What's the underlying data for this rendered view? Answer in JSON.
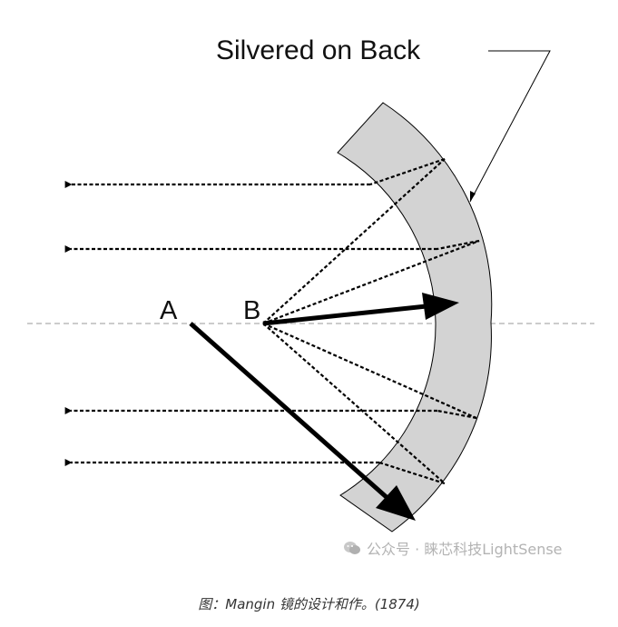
{
  "figure": {
    "title_label": "Silvered on Back",
    "point_a_label": "A",
    "point_b_label": "B"
  },
  "watermark": {
    "icon": "wechat-icon",
    "text": "公众号 · 睐芯科技LightSense"
  },
  "caption": {
    "text": "图：Mangin 镜的设计和作。(1874)"
  },
  "colors": {
    "mirror_fill": "#d3d3d3",
    "ink": "#000000",
    "axis": "#999999",
    "watermark": "#b3b3b3"
  }
}
